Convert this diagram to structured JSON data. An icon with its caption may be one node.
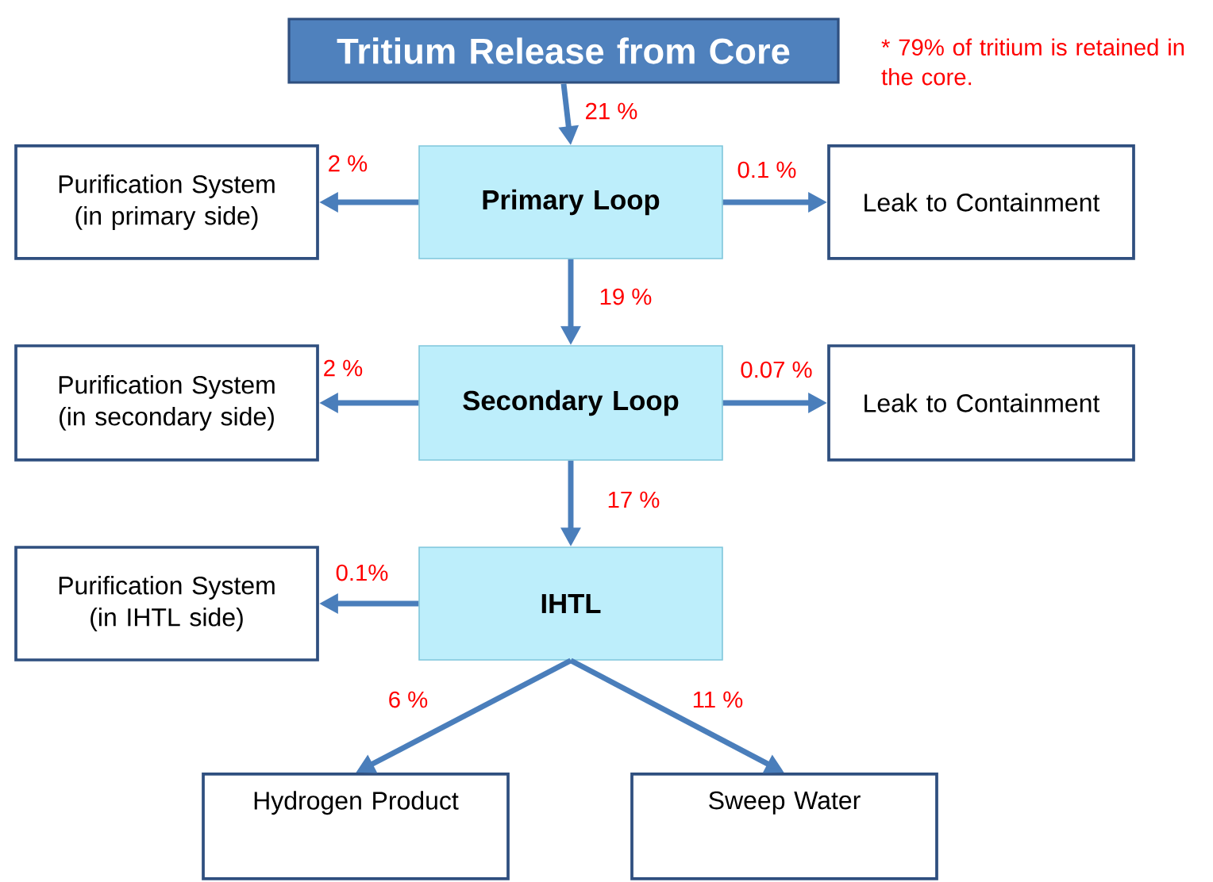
{
  "diagram": {
    "nodes": [
      {
        "text": [
          "Tritium Release from Core"
        ]
      },
      {
        "text": [
          "Primary Loop"
        ]
      },
      {
        "text": [
          "Purification System (in primary side)"
        ]
      },
      {
        "text": [
          "Leak to Containment"
        ]
      },
      {
        "text": [
          "Secondary Loop"
        ]
      },
      {
        "text": [
          "Purification System (in secondary side)"
        ]
      },
      {
        "text": [
          "Leak to Containment"
        ]
      },
      {
        "text": [
          "IHTL"
        ]
      },
      {
        "text": [
          "Purification System (in IHTL side)"
        ]
      },
      {
        "text": [
          "Hydrogen Product"
        ]
      },
      {
        "text": [
          "Sweep Water"
        ]
      }
    ],
    "edges": [
      {
        "from": 0,
        "to": 1,
        "arrow": "to",
        "label": "21 %"
      },
      {
        "from": 1,
        "to": 2,
        "arrow": "to",
        "label": "2 %"
      },
      {
        "from": 1,
        "to": 3,
        "arrow": "to",
        "label": "0.1 %"
      },
      {
        "from": 1,
        "to": 4,
        "arrow": "to",
        "label": "19 %"
      },
      {
        "from": 4,
        "to": 5,
        "arrow": "to",
        "label": "2 %"
      },
      {
        "from": 4,
        "to": 6,
        "arrow": "to",
        "label": "0.07 %"
      },
      {
        "from": 4,
        "to": 7,
        "arrow": "to",
        "label": "17 %"
      },
      {
        "from": 7,
        "to": 8,
        "arrow": "to",
        "label": "0.1%"
      },
      {
        "from": 7,
        "to": 9,
        "arrow": "to",
        "label": "6 %"
      },
      {
        "from": 7,
        "to": 10,
        "arrow": "to",
        "label": "11 %"
      }
    ],
    "labels": [
      "* 79% of tritium is retained in the core."
    ]
  }
}
